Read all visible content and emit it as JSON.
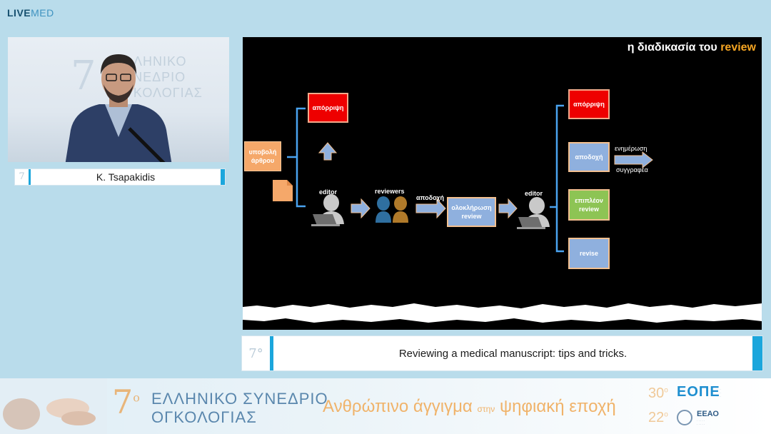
{
  "brand": {
    "bold": "LIVE",
    "light": "MED"
  },
  "speaker": {
    "name": "K. Tsapakidis",
    "backdrop": {
      "number": "7",
      "line1": "ΕΛΛΗΝΙΚΟ",
      "line2": "ΣΥΝΕΔΡΙΟ",
      "line3": "ΟΓΚΟΛΟΓΙΑΣ"
    }
  },
  "slide": {
    "title_pre": "η διαδικασία του",
    "title_highlight": "review",
    "submission": "υποβολή άρθρου",
    "reject_left": "απόρριψη",
    "editor_left": "editor",
    "reviewers": "reviewers",
    "accept_arrow": "αποδοχή",
    "complete_review": "ολοκλήρωση review",
    "editor_right": "editor",
    "reject_right": "απόρριψη",
    "accept_box": "αποδοχή",
    "notify_top": "ενημέρωση",
    "notify_bottom": "συγγραφέα",
    "extra_review": "επιπλέον review",
    "revise": "revise"
  },
  "caption": {
    "logo": "7°",
    "title": "Reviewing a medical manuscript: tips and tricks."
  },
  "banner": {
    "number": "7",
    "number_sup": "ο",
    "line1": "ΕΛΛΗΝΙΚΟ ΣΥΝΕΔΡΙΟ",
    "line2": "ΟΓΚΟΛΟΓΙΑΣ",
    "slogan_a": "Ανθρώπινο άγγιγμα",
    "slogan_small": "στην",
    "slogan_b": "ψηφιακή εποχή",
    "n30": "30",
    "n30_sup": "ο",
    "eope": "ΕΟΠΕ",
    "n22": "22",
    "n22_sup": "ο",
    "eeao": "ΕΕΑΟ"
  },
  "colors": {
    "accent_blue": "#1ba6dc",
    "reject_red": "#ee0000",
    "node_blue": "#8fb0de",
    "node_green": "#8dc454",
    "submission_orange": "#f5a86a",
    "title_highlight": "#f6a623"
  }
}
